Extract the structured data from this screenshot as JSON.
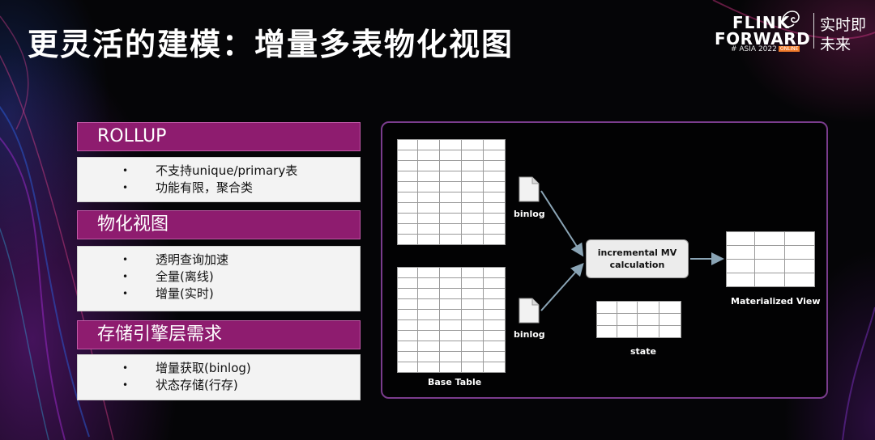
{
  "slide": {
    "title": "更灵活的建模：增量多表物化视图"
  },
  "logo": {
    "line1": "FLINK",
    "line2": "FORWARD",
    "line3": "# ASIA 2022",
    "badge": "ONLINE",
    "cn_line1": "实时即",
    "cn_line2": "未来"
  },
  "sections": [
    {
      "header": "ROLLUP",
      "bullets": [
        "不支持unique/primary表",
        "功能有限，聚合类"
      ]
    },
    {
      "header": "物化视图",
      "bullets": [
        "透明查询加速",
        "全量(离线)",
        "增量(实时)"
      ]
    },
    {
      "header": "存储引擎层需求",
      "bullets": [
        "增量获取(binlog)",
        "状态存储(行存)"
      ]
    }
  ],
  "bullet_symbol": "•",
  "diagram": {
    "base_table_label": "Base Table",
    "binlog_label_1": "binlog",
    "binlog_label_2": "binlog",
    "calc_line1": "incremental MV",
    "calc_line2": "calculation",
    "state_label": "state",
    "mv_label": "Materialized View"
  },
  "colors": {
    "section_header_bg": "#8e1c6f",
    "panel_border": "#7a3c8d",
    "arrow": "#8aa4b5"
  },
  "icons": [
    "file-icon",
    "squirrel-logo-icon",
    "arrow-icon"
  ]
}
